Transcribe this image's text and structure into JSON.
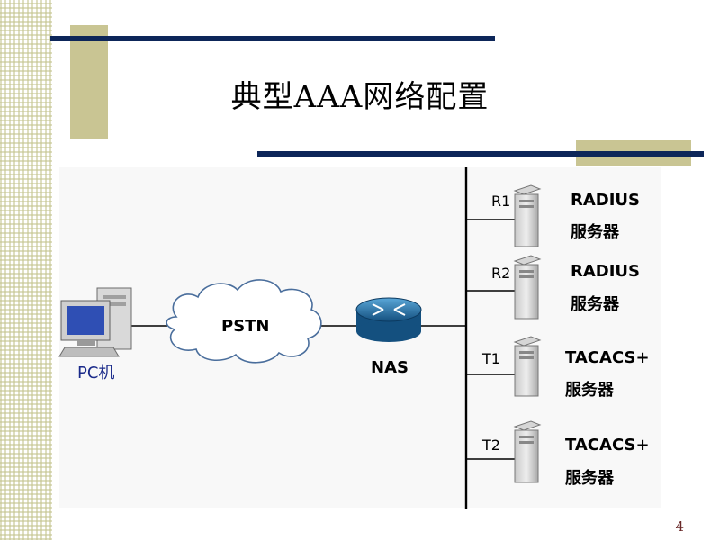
{
  "slide": {
    "title": "典型AAA网络配置",
    "page_number": "4"
  },
  "diagram": {
    "pc_label": "PC机",
    "cloud_label": "PSTN",
    "router_label": "NAS",
    "servers": [
      {
        "id": "R1",
        "name": "RADIUS",
        "type": "服务器"
      },
      {
        "id": "R2",
        "name": "RADIUS",
        "type": "服务器"
      },
      {
        "id": "T1",
        "name": "TACACS+",
        "type": "服务器"
      },
      {
        "id": "T2",
        "name": "TACACS+",
        "type": "服务器"
      }
    ]
  },
  "colors": {
    "navy_line": "#0d2659",
    "khaki_block": "#c9c593",
    "router_blue": "#1f6fa8"
  }
}
